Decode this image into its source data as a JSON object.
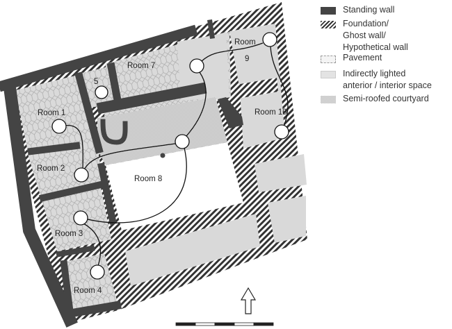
{
  "legend": {
    "standing_wall": "Standing wall",
    "foundation": [
      "Foundation/",
      "Ghost wall/",
      "Hypothetical wall"
    ],
    "pavement": "Pavement",
    "indirect": [
      "Indirectly lighted",
      "anterior / interior space"
    ],
    "courtyard": "Semi-roofed courtyard"
  },
  "rooms": {
    "room1": "Room 1",
    "room2": "Room 2",
    "room3": "Room 3",
    "room4": "Room 4",
    "room5": "5",
    "room7": "Room 7",
    "room8": "Room 8",
    "room9a": "Room",
    "room9b": "9",
    "room10": "Room 10"
  },
  "colors": {
    "wall": "#444444",
    "indirect": "#d9d9d9",
    "courtyard": "#cfcfcf"
  }
}
